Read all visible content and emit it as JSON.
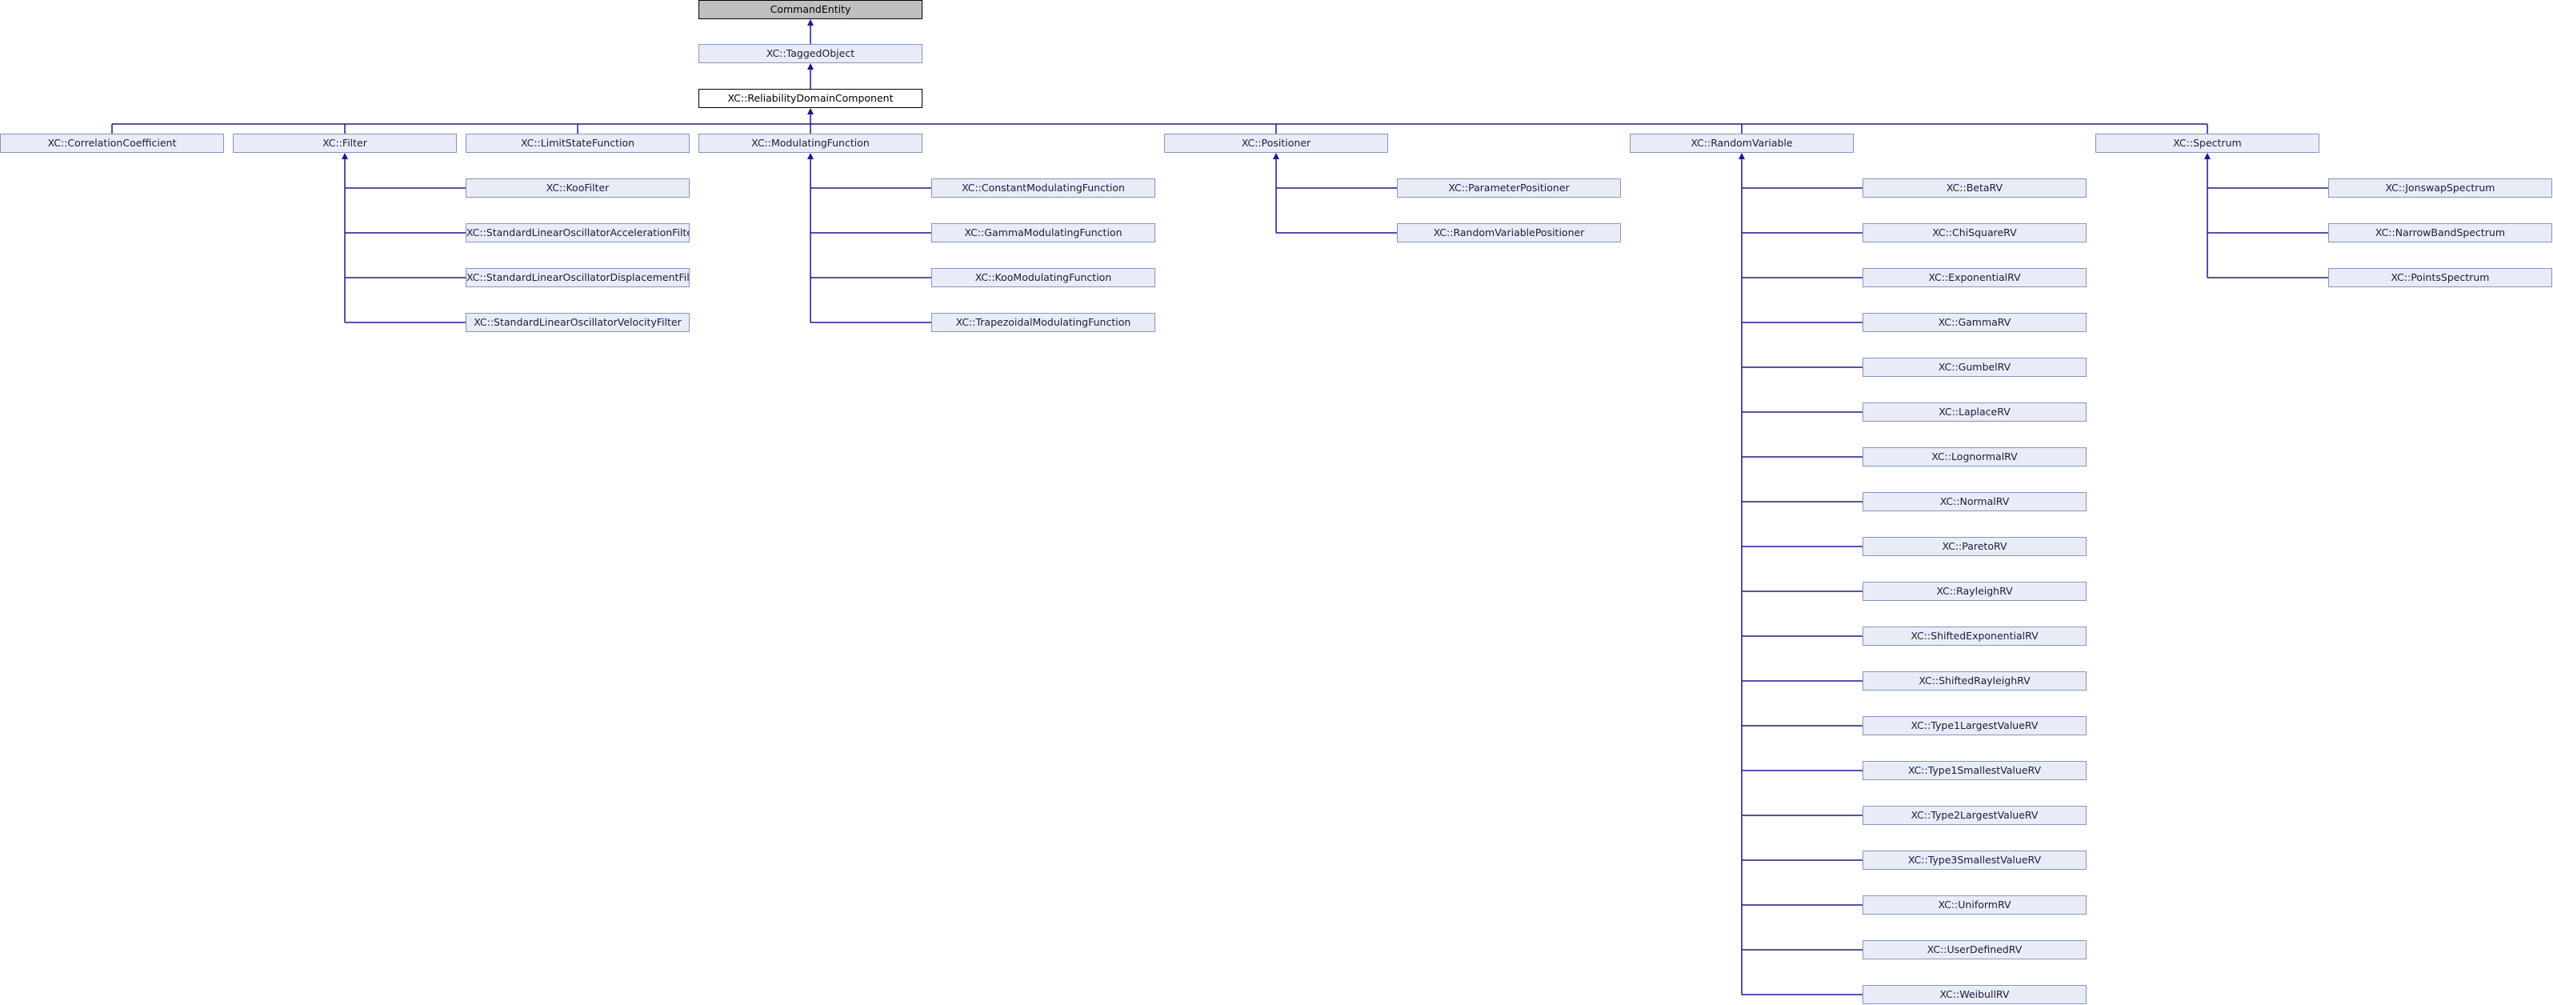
{
  "diagram": {
    "colors": {
      "edge": "#1a1a8c",
      "node_fill": "#e9ecf7",
      "node_border": "#8494c4",
      "root_fill": "#bfbfbf"
    },
    "nodes": {
      "command_entity": "CommandEntity",
      "tagged_object": "XC::TaggedObject",
      "reliability_domain_component": "XC::ReliabilityDomainComponent",
      "correlation_coefficient": "XC::CorrelationCoefficient",
      "filter": "XC::Filter",
      "limit_state_function": "XC::LimitStateFunction",
      "modulating_function": "XC::ModulatingFunction",
      "positioner": "XC::Positioner",
      "random_variable": "XC::RandomVariable",
      "spectrum": "XC::Spectrum",
      "koo_filter": "XC::KooFilter",
      "slo_acceleration_filter": "XC::StandardLinearOscillatorAccelerationFilter",
      "slo_displacement_filter": "XC::StandardLinearOscillatorDisplacementFilter",
      "slo_velocity_filter": "XC::StandardLinearOscillatorVelocityFilter",
      "constant_modulating_function": "XC::ConstantModulatingFunction",
      "gamma_modulating_function": "XC::GammaModulatingFunction",
      "koo_modulating_function": "XC::KooModulatingFunction",
      "trapezoidal_modulating_function": "XC::TrapezoidalModulatingFunction",
      "parameter_positioner": "XC::ParameterPositioner",
      "random_variable_positioner": "XC::RandomVariablePositioner",
      "beta_rv": "XC::BetaRV",
      "chi_square_rv": "XC::ChiSquareRV",
      "exponential_rv": "XC::ExponentialRV",
      "gamma_rv": "XC::GammaRV",
      "gumbel_rv": "XC::GumbelRV",
      "laplace_rv": "XC::LaplaceRV",
      "lognormal_rv": "XC::LognormalRV",
      "normal_rv": "XC::NormalRV",
      "pareto_rv": "XC::ParetoRV",
      "rayleigh_rv": "XC::RayleighRV",
      "shifted_exponential_rv": "XC::ShiftedExponentialRV",
      "shifted_rayleigh_rv": "XC::ShiftedRayleighRV",
      "type1_largest_value_rv": "XC::Type1LargestValueRV",
      "type1_smallest_value_rv": "XC::Type1SmallestValueRV",
      "type2_largest_value_rv": "XC::Type2LargestValueRV",
      "type3_smallest_value_rv": "XC::Type3SmallestValueRV",
      "uniform_rv": "XC::UniformRV",
      "user_defined_rv": "XC::UserDefinedRV",
      "weibull_rv": "XC::WeibullRV",
      "jonswap_spectrum": "XC::JonswapSpectrum",
      "narrow_band_spectrum": "XC::NarrowBandSpectrum",
      "points_spectrum": "XC::PointsSpectrum"
    },
    "inheritance": [
      {
        "child": "tagged_object",
        "parent": "command_entity"
      },
      {
        "child": "reliability_domain_component",
        "parent": "tagged_object"
      },
      {
        "child": "correlation_coefficient",
        "parent": "reliability_domain_component"
      },
      {
        "child": "filter",
        "parent": "reliability_domain_component"
      },
      {
        "child": "limit_state_function",
        "parent": "reliability_domain_component"
      },
      {
        "child": "modulating_function",
        "parent": "reliability_domain_component"
      },
      {
        "child": "positioner",
        "parent": "reliability_domain_component"
      },
      {
        "child": "random_variable",
        "parent": "reliability_domain_component"
      },
      {
        "child": "spectrum",
        "parent": "reliability_domain_component"
      },
      {
        "child": "koo_filter",
        "parent": "filter"
      },
      {
        "child": "slo_acceleration_filter",
        "parent": "filter"
      },
      {
        "child": "slo_displacement_filter",
        "parent": "filter"
      },
      {
        "child": "slo_velocity_filter",
        "parent": "filter"
      },
      {
        "child": "constant_modulating_function",
        "parent": "modulating_function"
      },
      {
        "child": "gamma_modulating_function",
        "parent": "modulating_function"
      },
      {
        "child": "koo_modulating_function",
        "parent": "modulating_function"
      },
      {
        "child": "trapezoidal_modulating_function",
        "parent": "modulating_function"
      },
      {
        "child": "parameter_positioner",
        "parent": "positioner"
      },
      {
        "child": "random_variable_positioner",
        "parent": "positioner"
      },
      {
        "child": "beta_rv",
        "parent": "random_variable"
      },
      {
        "child": "chi_square_rv",
        "parent": "random_variable"
      },
      {
        "child": "exponential_rv",
        "parent": "random_variable"
      },
      {
        "child": "gamma_rv",
        "parent": "random_variable"
      },
      {
        "child": "gumbel_rv",
        "parent": "random_variable"
      },
      {
        "child": "laplace_rv",
        "parent": "random_variable"
      },
      {
        "child": "lognormal_rv",
        "parent": "random_variable"
      },
      {
        "child": "normal_rv",
        "parent": "random_variable"
      },
      {
        "child": "pareto_rv",
        "parent": "random_variable"
      },
      {
        "child": "rayleigh_rv",
        "parent": "random_variable"
      },
      {
        "child": "shifted_exponential_rv",
        "parent": "random_variable"
      },
      {
        "child": "shifted_rayleigh_rv",
        "parent": "random_variable"
      },
      {
        "child": "type1_largest_value_rv",
        "parent": "random_variable"
      },
      {
        "child": "type1_smallest_value_rv",
        "parent": "random_variable"
      },
      {
        "child": "type2_largest_value_rv",
        "parent": "random_variable"
      },
      {
        "child": "type3_smallest_value_rv",
        "parent": "random_variable"
      },
      {
        "child": "uniform_rv",
        "parent": "random_variable"
      },
      {
        "child": "user_defined_rv",
        "parent": "random_variable"
      },
      {
        "child": "weibull_rv",
        "parent": "random_variable"
      },
      {
        "child": "jonswap_spectrum",
        "parent": "spectrum"
      },
      {
        "child": "narrow_band_spectrum",
        "parent": "spectrum"
      },
      {
        "child": "points_spectrum",
        "parent": "spectrum"
      }
    ]
  }
}
